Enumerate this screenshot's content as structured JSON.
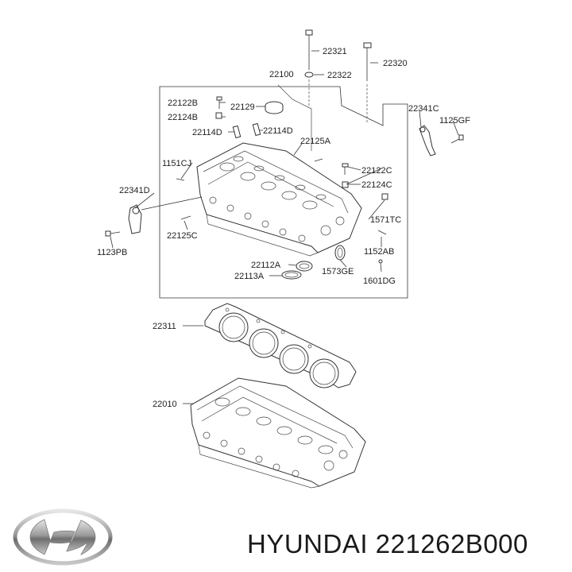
{
  "callouts": {
    "c22321": "22321",
    "c22320": "22320",
    "c22100": "22100",
    "c22322": "22322",
    "c22122B": "22122B",
    "c22129": "22129",
    "c22124B": "22124B",
    "c22114D_left": "22114D",
    "c22114D_right": "22114D",
    "c22341C": "22341C",
    "c1125GF": "1125GF",
    "c22125A": "22125A",
    "c1151CJ": "1151CJ",
    "c22122C": "22122C",
    "c22124C": "22124C",
    "c22341D": "22341D",
    "c1571TC": "1571TC",
    "c22125C": "22125C",
    "c1123PB": "1123PB",
    "c1152AB": "1152AB",
    "c22112A": "22112A",
    "c1573GE": "1573GE",
    "c22113A": "22113A",
    "c1601DG": "1601DG",
    "c22311": "22311",
    "c22010": "22010"
  },
  "footer": {
    "part_caption": "HYUNDAI 221262B000"
  }
}
